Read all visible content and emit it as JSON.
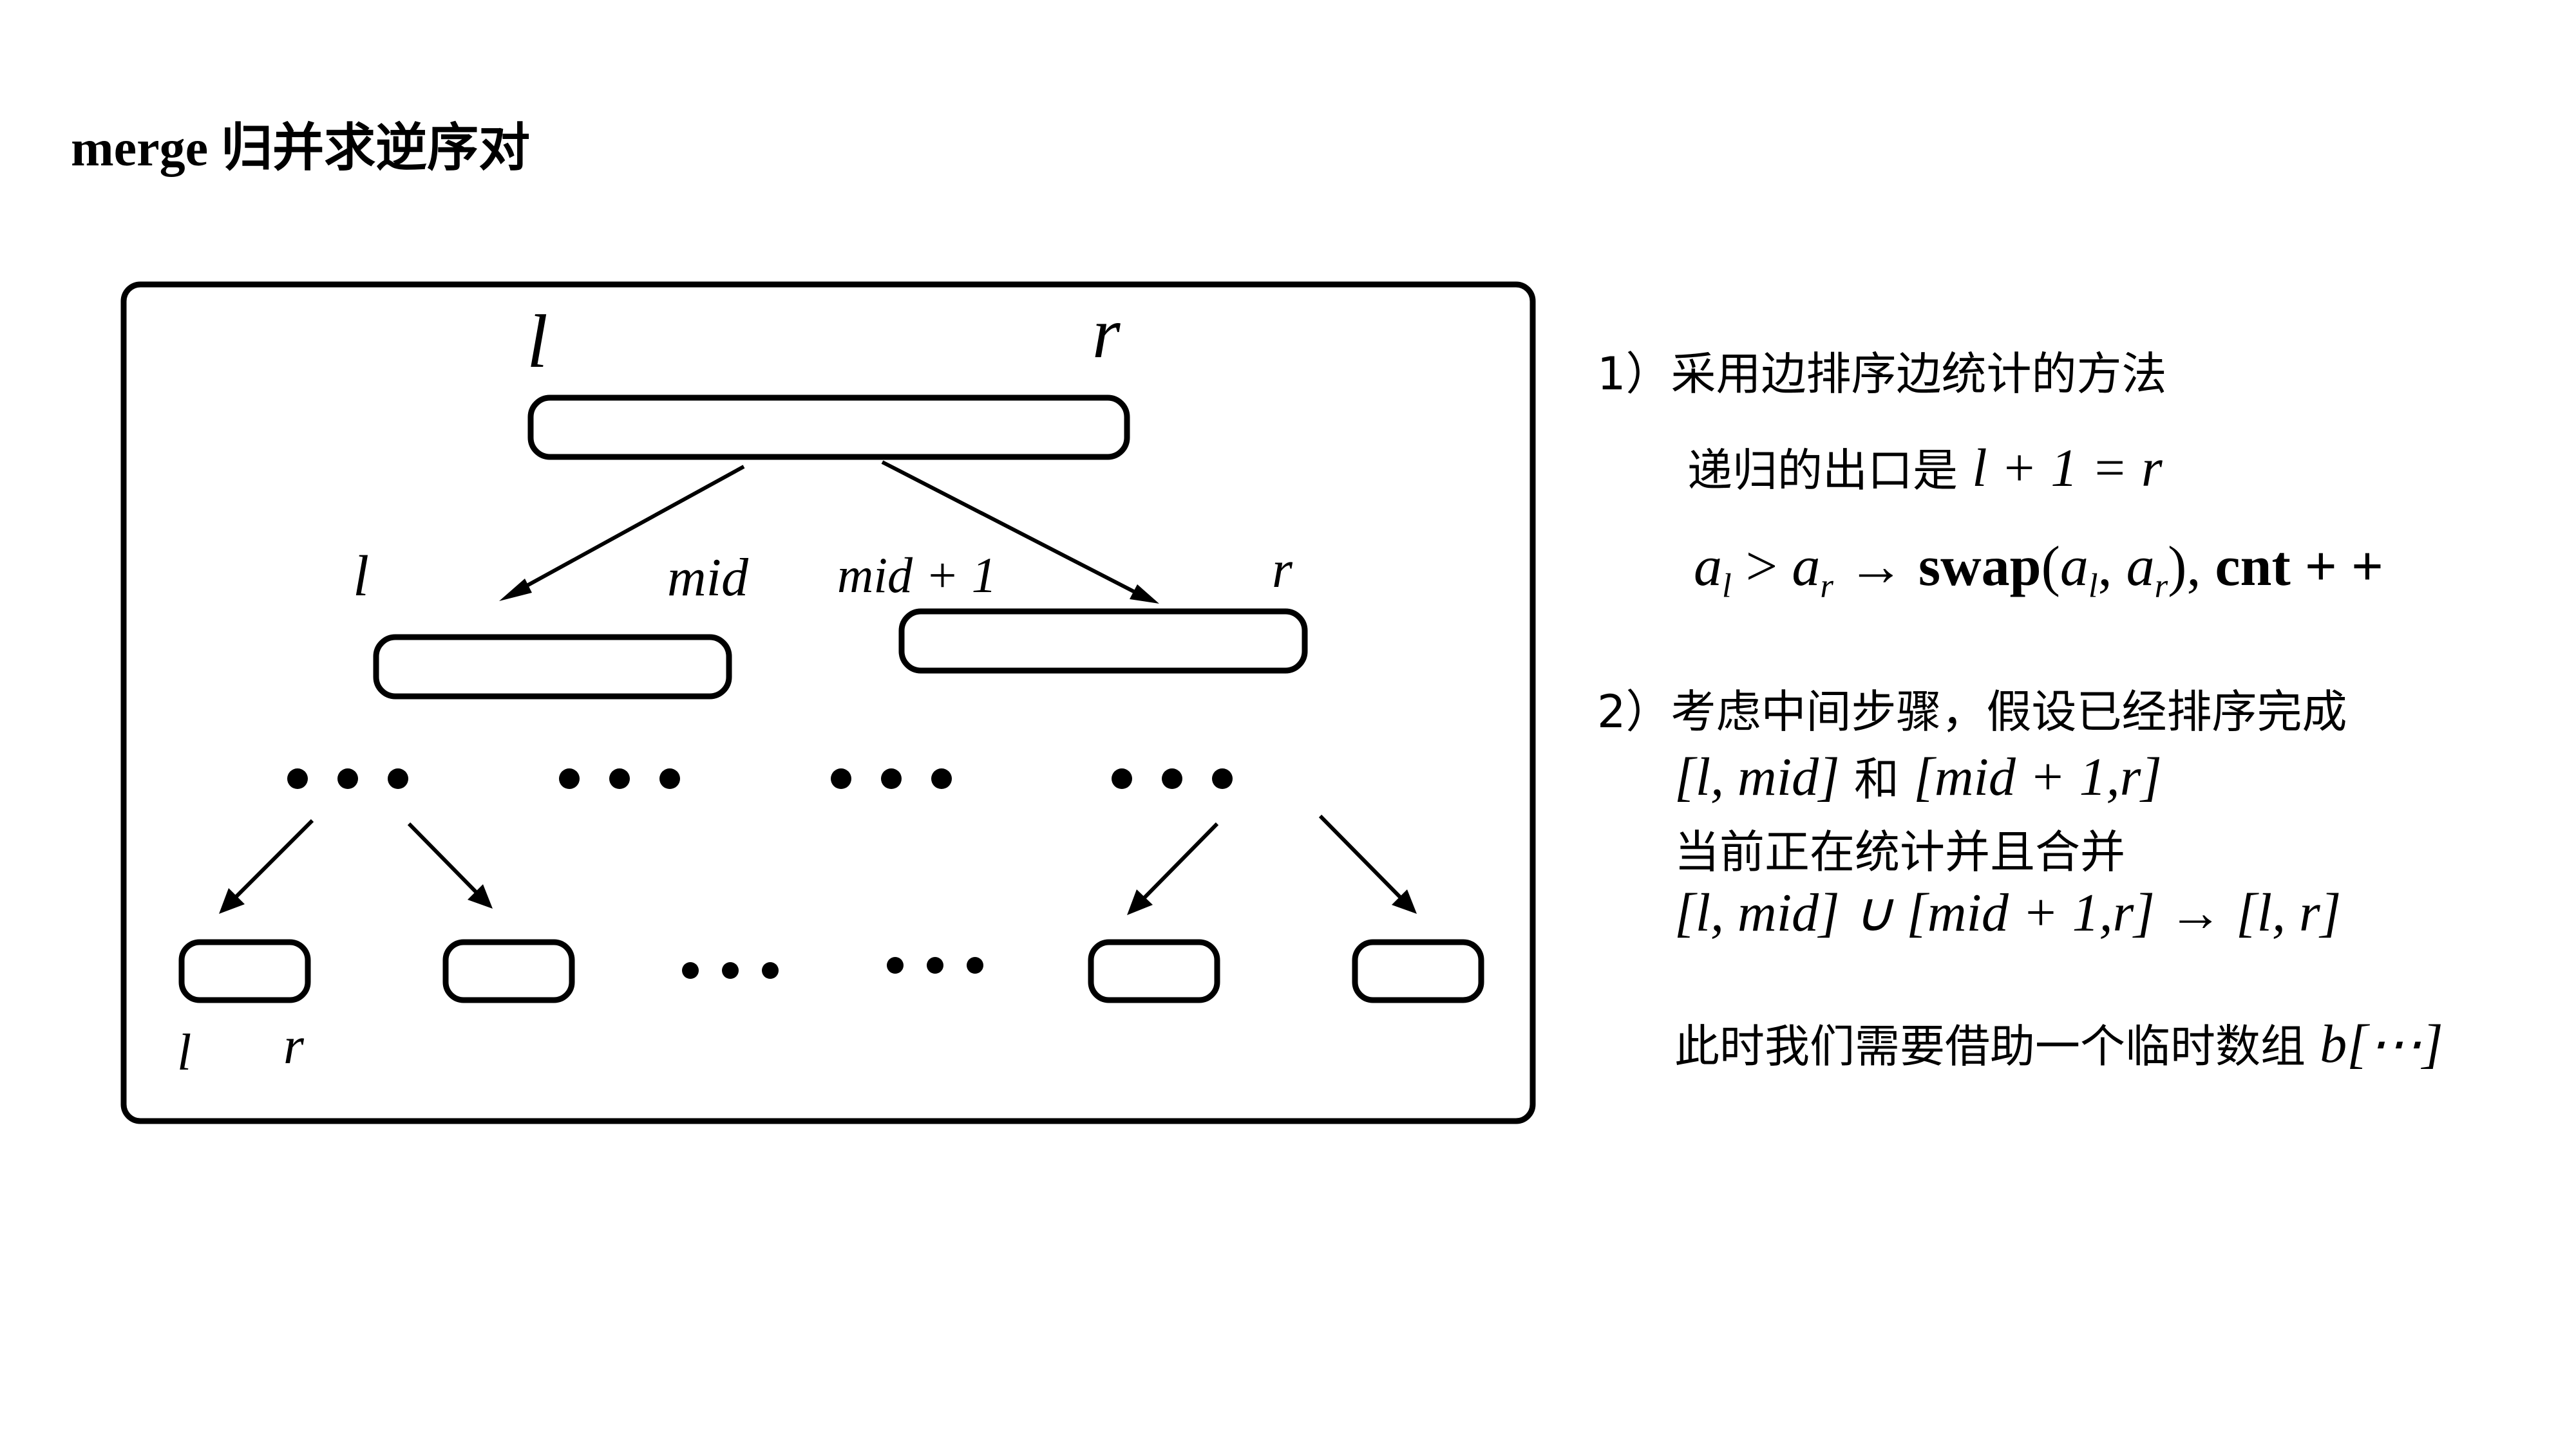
{
  "title": "merge 归并求逆序对",
  "diagram": {
    "root": {
      "left_label": "l",
      "right_label": "r"
    },
    "level1": {
      "left_child": {
        "left_label": "l",
        "right_label": "mid"
      },
      "right_child": {
        "left_label": "mid + 1",
        "right_label": "r"
      }
    },
    "ellipsis": "• • •",
    "leaf": {
      "left_label": "l",
      "right_label": "r"
    }
  },
  "notes": {
    "step1_heading": "1）采用边排序边统计的方法",
    "step1_exit_prefix": "递归的出口是 ",
    "step1_exit_formula": "l + 1 = r",
    "step1_swap": {
      "a": "a",
      "l": "l",
      "r": "r",
      "gt": " > ",
      "arrow": " → ",
      "swap": "swap",
      "open": "(",
      "comma": ", ",
      "close": "),",
      "cnt": " cnt + +"
    },
    "step2_heading": "2）考虑中间步骤，假设已经排序完成",
    "step2_ranges": {
      "a": "[l, mid]",
      "and": " 和 ",
      "b": "[mid + 1,r]"
    },
    "step2_merging": "当前正在统计并且合并",
    "step2_union": "[l, mid] ∪ [mid + 1,r] → [l, r]",
    "step2_temp_prefix": "此时我们需要借助一个临时数组 ",
    "step2_temp_array": "b[⋯]"
  }
}
